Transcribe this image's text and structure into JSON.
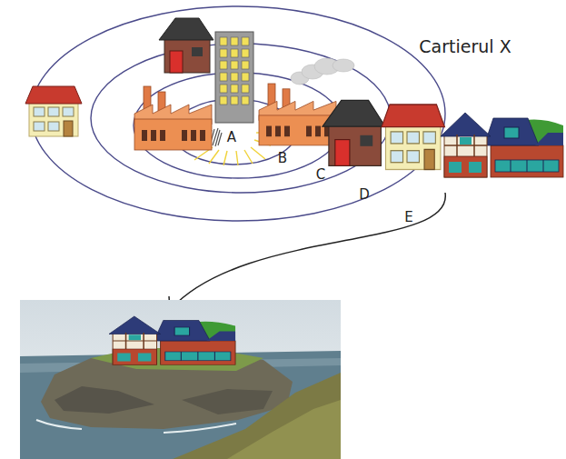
{
  "diagram": {
    "labels": [
      "Cartierul X",
      "A",
      "B",
      "C",
      "D",
      "E"
    ]
  }
}
